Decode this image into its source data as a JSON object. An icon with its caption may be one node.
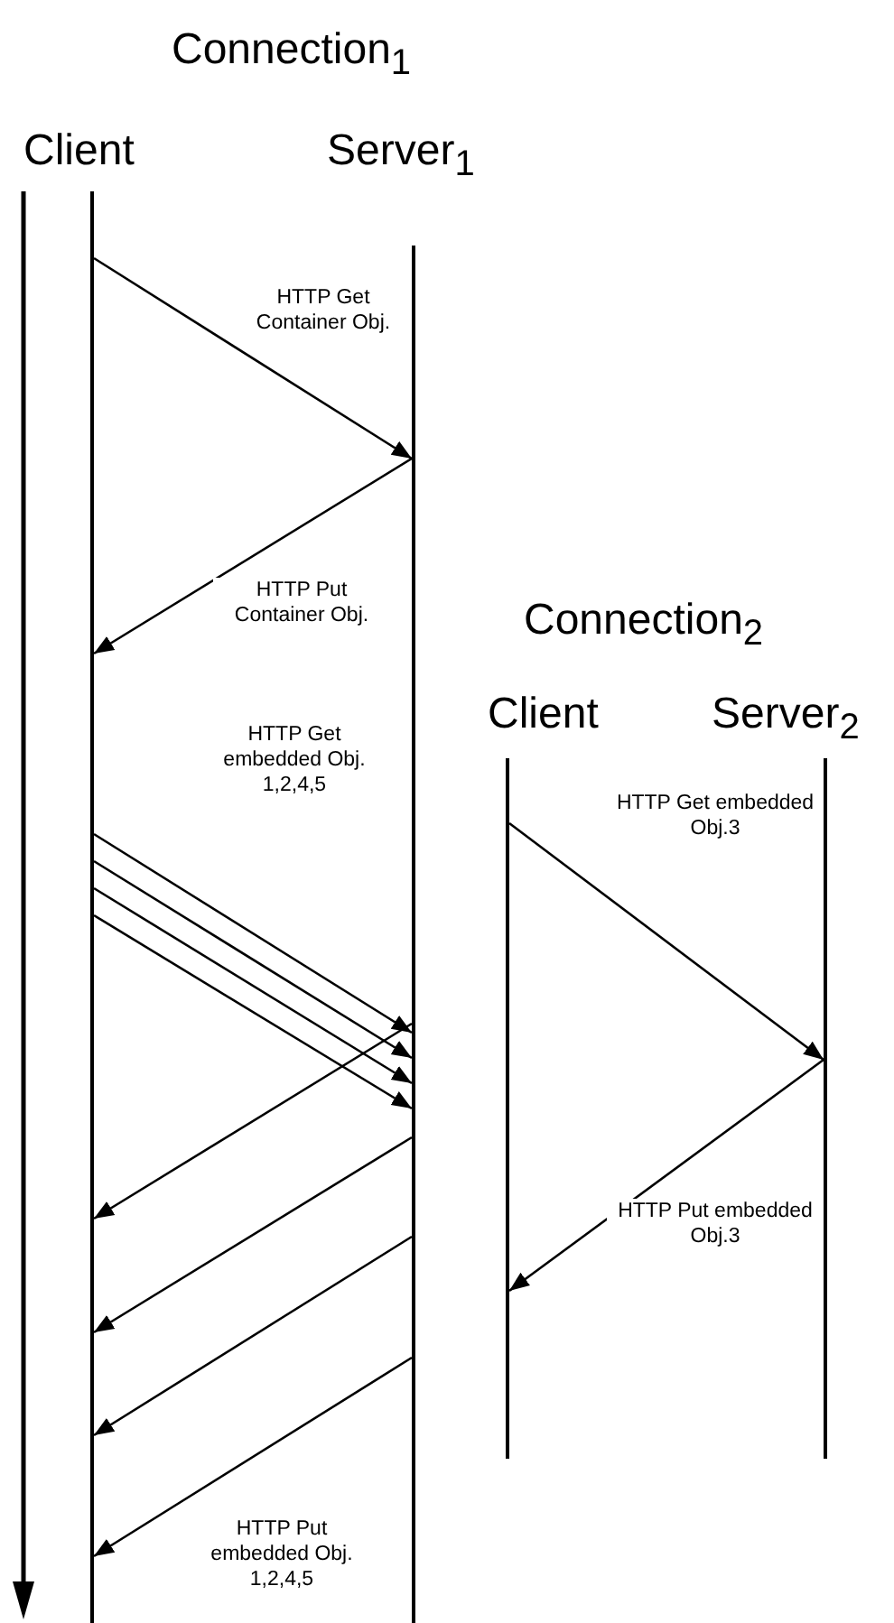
{
  "diagram": {
    "nodes": [
      {
        "text": [
          "Client"
        ]
      },
      {
        "text": [
          "Server$_{1}$"
        ]
      },
      {
        "text": [
          "Client"
        ]
      },
      {
        "text": [
          "Server$_{2}$"
        ]
      }
    ],
    "edges": [
      {
        "from": 0,
        "to": 1,
        "arrow": "to",
        "label": "HTTP Get Container Obj."
      },
      {
        "from": 1,
        "to": 0,
        "arrow": "to",
        "label": "HTTP Put Container Obj."
      },
      {
        "from": 0,
        "to": 1,
        "arrow": "to",
        "label": "HTTP Get embedded Obj. 1,2,4,5"
      },
      {
        "from": 0,
        "to": 1,
        "arrow": "to"
      },
      {
        "from": 0,
        "to": 1,
        "arrow": "to"
      },
      {
        "from": 0,
        "to": 1,
        "arrow": "to"
      },
      {
        "from": 1,
        "to": 0,
        "arrow": "to"
      },
      {
        "from": 1,
        "to": 0,
        "arrow": "to"
      },
      {
        "from": 1,
        "to": 0,
        "arrow": "to"
      },
      {
        "from": 1,
        "to": 0,
        "arrow": "to",
        "label": "HTTP Put embedded Obj. 1,2,4,5"
      },
      {
        "from": 2,
        "to": 3,
        "arrow": "to",
        "label": "HTTP Get embedded Obj.3"
      },
      {
        "from": 3,
        "to": 2,
        "arrow": "to",
        "label": "HTTP Put embedded Obj.3"
      }
    ],
    "labels": [
      "Connection$_{1}$",
      "Connection$_{2}$"
    ]
  }
}
